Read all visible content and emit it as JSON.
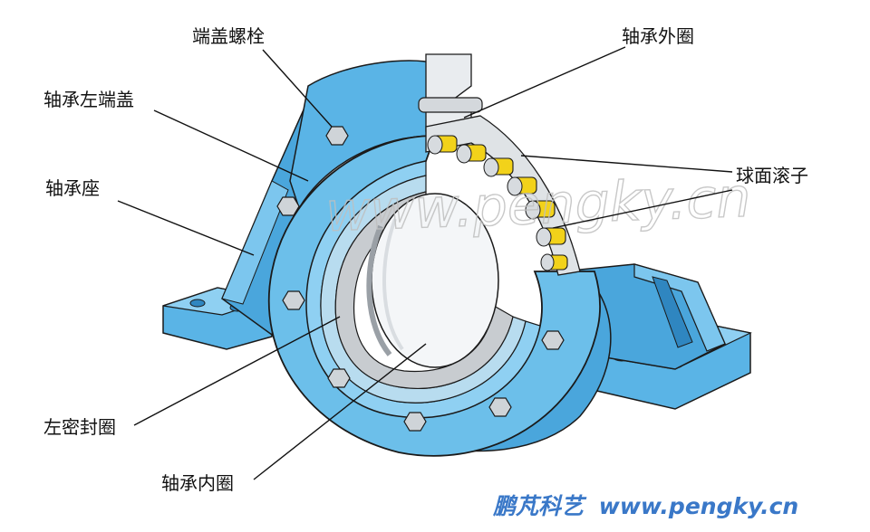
{
  "labels": {
    "end_cover_bolt": "端盖螺栓",
    "bearing_left_end_cover": "轴承左端盖",
    "bearing_seat": "轴承座",
    "left_seal_ring": "左密封圈",
    "bearing_inner_ring": "轴承内圈",
    "bearing_outer_ring": "轴承外圈",
    "spherical_roller": "球面滚子"
  },
  "watermark": "www.pengky.cn",
  "credit": {
    "chinese": "鹏芃科艺",
    "url": "www.pengky.cn"
  },
  "colors": {
    "housing": "#5ab4e6",
    "housing_dark": "#2f86c0",
    "roller": "#f2d21a",
    "steel": "#c8ccd0",
    "outline": "#1a1a1a",
    "credit": "#3a78c8"
  }
}
